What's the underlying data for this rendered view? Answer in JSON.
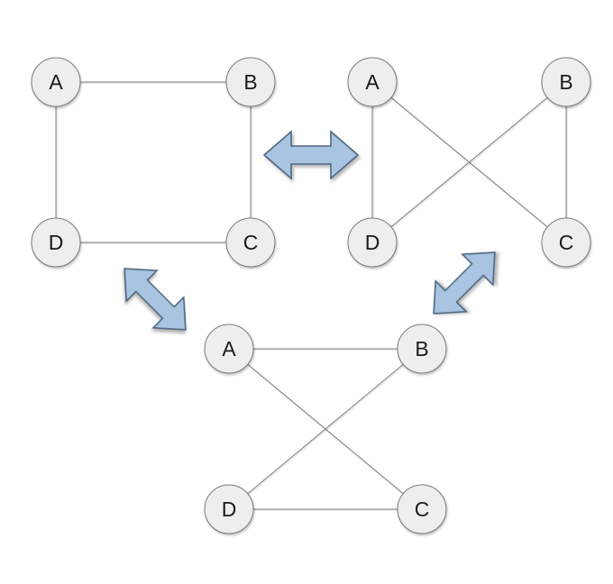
{
  "graphs": [
    {
      "name": "square-graph",
      "nodes": [
        {
          "label": "A"
        },
        {
          "label": "B"
        },
        {
          "label": "D"
        },
        {
          "label": "C"
        }
      ],
      "edges": [
        [
          "A",
          "B"
        ],
        [
          "B",
          "C"
        ],
        [
          "C",
          "D"
        ],
        [
          "D",
          "A"
        ]
      ]
    },
    {
      "name": "crossed-graph",
      "nodes": [
        {
          "label": "A"
        },
        {
          "label": "B"
        },
        {
          "label": "D"
        },
        {
          "label": "C"
        }
      ],
      "edges": [
        [
          "A",
          "D"
        ],
        [
          "A",
          "C"
        ],
        [
          "B",
          "C"
        ],
        [
          "B",
          "D"
        ]
      ]
    },
    {
      "name": "hourglass-graph",
      "nodes": [
        {
          "label": "A"
        },
        {
          "label": "B"
        },
        {
          "label": "D"
        },
        {
          "label": "C"
        }
      ],
      "edges": [
        [
          "A",
          "B"
        ],
        [
          "A",
          "C"
        ],
        [
          "D",
          "C"
        ],
        [
          "D",
          "B"
        ]
      ]
    }
  ],
  "arrows": [
    {
      "name": "double-arrow-horizontal",
      "connects": [
        "square-graph",
        "crossed-graph"
      ],
      "direction": "horizontal"
    },
    {
      "name": "double-arrow-diagonal-left",
      "connects": [
        "square-graph",
        "hourglass-graph"
      ],
      "direction": "diagonal-up-left-down-right"
    },
    {
      "name": "double-arrow-diagonal-right",
      "connects": [
        "crossed-graph",
        "hourglass-graph"
      ],
      "direction": "diagonal-up-right-down-left"
    }
  ],
  "colors": {
    "background": "#ffffff",
    "node_fill": "#eeeeee",
    "node_border": "#7a7a7a",
    "edge_line": "#808080",
    "arrow_fill": "#a9c4e1",
    "arrow_border": "#4f6781",
    "label_text": "#1a1a1a"
  }
}
